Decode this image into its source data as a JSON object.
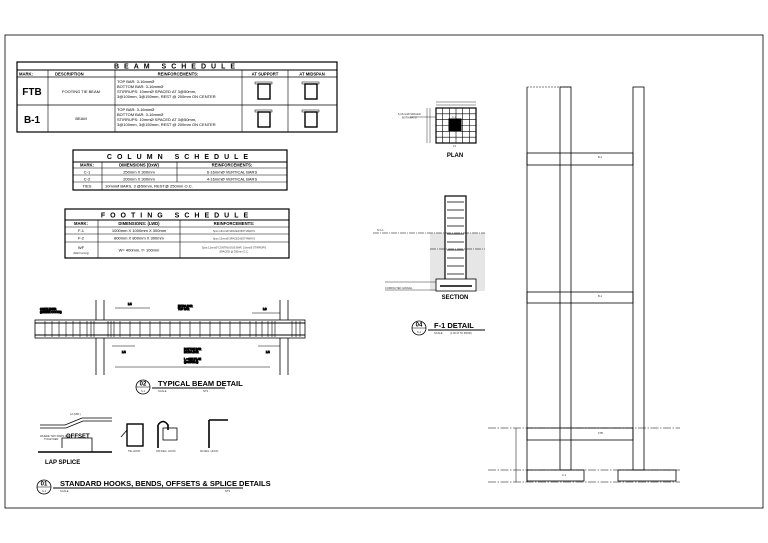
{
  "beam_schedule": {
    "title": "BEAM SCHEDULE",
    "headers": [
      "MARK:",
      "DESCRIPTION",
      "REINFORCEMENTS:",
      "AT SUPPORT",
      "AT MIDSPAN"
    ],
    "rows": [
      {
        "mark": "FTB",
        "description": "FOOTING TIE BEAM",
        "reinforcements": [
          "TOP BAR:  3-16mmØ",
          "BOTTOM BAR:  3-16mmØ",
          "STIRRUPS: 10mmØ SPACED AT 3@50mm,",
          "3@100mm, 3@150mm, REST @ 200mm ON CENTER"
        ]
      },
      {
        "mark": "B-1",
        "description": "BEAM",
        "reinforcements": [
          "TOP BAR:  3-16mmØ",
          "BOTTOM BAR:  3-16mmØ",
          "STIRRUPS: 10mmØ SPACED AT 3@50mm,",
          "3@100mm, 3@150mm, REST @ 200mm ON CENTER"
        ]
      }
    ]
  },
  "column_schedule": {
    "title": "COLUMN SCHEDULE",
    "headers": [
      "MARK:",
      "DIMENSIONS (DxW)",
      "REINFORCEMENTS:"
    ],
    "rows": [
      {
        "mark": "C-1",
        "dimensions": "250mm X 300mm",
        "reinforcements": "6-16mmØ VERTICAL BARS"
      },
      {
        "mark": "C-2",
        "dimensions": "200mm X 300mm",
        "reinforcements": "4-16mmØ VERTICAL BARS"
      }
    ],
    "ties": {
      "mark": "TIES",
      "text": "10mmØ BARS, 3 @50mm, REST@ 250mm O.C."
    }
  },
  "footing_schedule": {
    "title": "FOOTING SCHEDULE",
    "headers": [
      "MARK:",
      "DIMENSIONS: (LWD)",
      "REINFORCEMENTS:"
    ],
    "rows": [
      {
        "mark": "F-1",
        "sub": "",
        "dimensions": "1000mm X 1000mm X 300mm",
        "reinforcements": [
          "6pcs 16mmØ SPACED BOTHWAYS"
        ]
      },
      {
        "mark": "F-2",
        "sub": "",
        "dimensions": "800mm X 800mm X 300mm",
        "reinforcements": [
          "6pcs 12mmØ SPACED BOTHWAYS"
        ]
      },
      {
        "mark": "WF",
        "sub": "(Wall Footing)",
        "dimensions": "W= 400mm, t= 100mm",
        "reinforcements": [
          "3pcs 12mmØ CONTINUOUS BAR, 10mmØ STIRRUPS",
          "SPACED @ 300mm O.C."
        ]
      }
    ]
  },
  "beam_detail": {
    "number": "02",
    "sheet": "S-1",
    "title": "TYPICAL BEAM DETAIL",
    "scale_label": "SCALE",
    "scale_value": "NTS",
    "notes": {
      "cantilever": [
        "CANTILEVER",
        "(WHERE OCCUR)"
      ],
      "extra_top": [
        "EXTRA BAR",
        "TOP BAR"
      ],
      "extra_bottom": [
        "BOTTOM BAR",
        "EXTRA BAR"
      ],
      "span": [
        "L = SEE PLAN",
        "(VARIABLE)"
      ],
      "l4": "L/4",
      "l3": "L/3"
    }
  },
  "hooks_detail": {
    "number": "01",
    "sheet": "S-1",
    "title": "STANDARD HOOKS, BENDS, OFFSETS & SPLICE DETAILS",
    "scale_label": "SCALE",
    "scale_value": "NTS",
    "labels": {
      "offset": "OFFSET",
      "lap_splice": "LAP SPLICE",
      "tie_hook": "TIE HOOK",
      "hook180": "180 DEG. HOOK",
      "hook90": "90 DEG. HOOK",
      "ld": "Ld (MIN.)",
      "bars": [
        "WHERE TWO BARS ARE",
        "TOGETHER"
      ]
    }
  },
  "footing_detail": {
    "number": "04",
    "sheet": "S-1",
    "title": "F-1 DETAIL",
    "scale_label": "SCALE",
    "scale_value": "(1:30 M TO 25000)",
    "plan_label": "PLAN",
    "section_label": "SECTION",
    "plan_mark": "F1",
    "column_mark": "C-1",
    "notes": {
      "bars": [
        "6-16mmØ SPACED",
        "BOTHWAYS"
      ],
      "ngl": "N.G.L.",
      "compacted": "COMPACTED GRAVEL"
    }
  },
  "elevation": {
    "beam_mark": "B-1",
    "tie_beam_mark": "FTB",
    "column_mark": "C-1"
  }
}
